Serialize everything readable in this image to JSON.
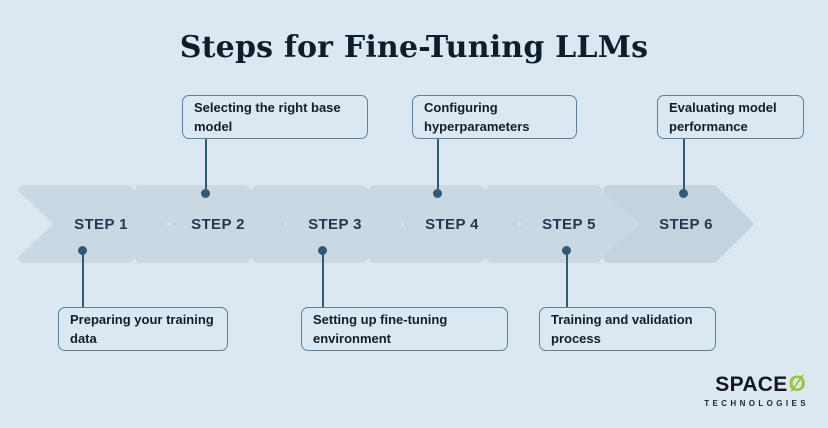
{
  "title": "Steps for Fine-Tuning LLMs",
  "steps": [
    {
      "label": "STEP 1",
      "callout": "Preparing your training\ndata",
      "callout_position": "below"
    },
    {
      "label": "STEP 2",
      "callout": "Selecting the right base\nmodel",
      "callout_position": "above"
    },
    {
      "label": "STEP 3",
      "callout": "Setting up fine-tuning\nenvironment",
      "callout_position": "below"
    },
    {
      "label": "STEP 4",
      "callout": "Configuring\nhyperparameters",
      "callout_position": "above"
    },
    {
      "label": "STEP 5",
      "callout": "Training and validation\nprocess",
      "callout_position": "below"
    },
    {
      "label": "STEP 6",
      "callout": "Evaluating model\nperformance",
      "callout_position": "above"
    }
  ],
  "logo": {
    "name": "SPACE",
    "symbol": "Ø",
    "subtitle": "TECHNOLOGIES"
  },
  "colors": {
    "background": "#dce8f1",
    "arrow_fill": "#c9d8e3",
    "step_text": "#24394d",
    "box_border": "#5d80a0",
    "box_text": "#111e28",
    "connector": "#335a75",
    "title_text": "#0f1d2a",
    "logo_green": "#97c83c",
    "logo_black": "#15181a"
  }
}
